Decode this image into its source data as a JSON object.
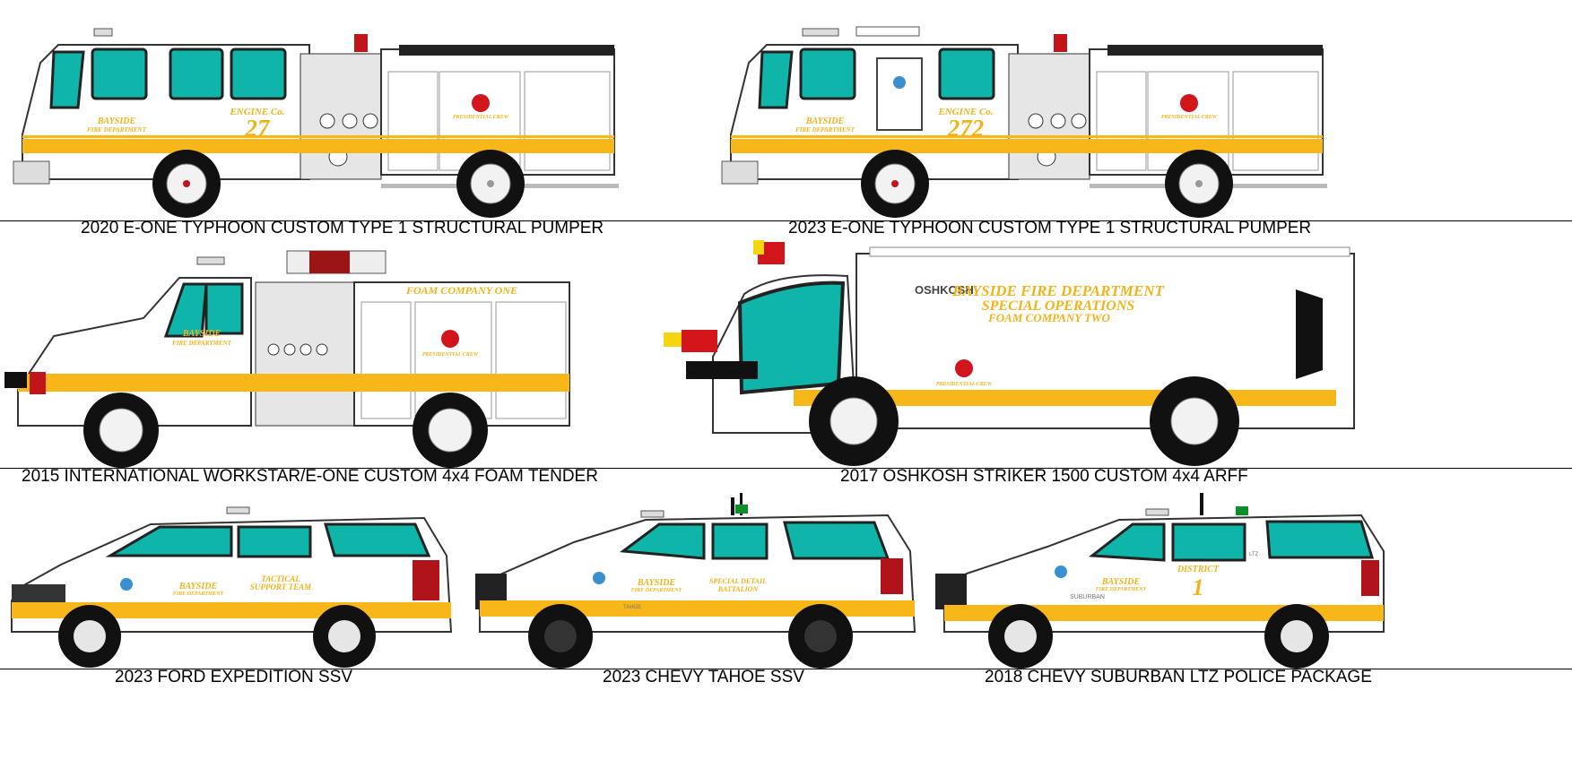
{
  "captions": {
    "engine27": "2020 E-ONE TYPHOON CUSTOM TYPE 1 STRUCTURAL PUMPER",
    "engine272": "2023 E-ONE TYPHOON CUSTOM TYPE 1 STRUCTURAL PUMPER",
    "foam1": "2015 INTERNATIONAL WORKSTAR/E-ONE CUSTOM 4x4 FOAM TENDER",
    "arff": "2017 OSHKOSH STRIKER 1500 CUSTOM 4x4 ARFF",
    "expedition": "2023 FORD EXPEDITION SSV",
    "tahoe": "2023 CHEVY TAHOE SSV",
    "suburban": "2018 CHEVY SUBURBAN LTZ POLICE PACKAGE"
  },
  "vehicle_lettering": {
    "engine27": {
      "dept_name": "BAYSIDE",
      "dept_sub": "FIRE DEPARTMENT",
      "company": "ENGINE Co.",
      "number": "27",
      "crew": "PRESIDENTIAL CREW"
    },
    "engine272": {
      "dept_name": "BAYSIDE",
      "dept_sub": "FIRE DEPARTMENT",
      "company": "ENGINE Co.",
      "number": "272",
      "crew": "PRESIDENTIAL CREW"
    },
    "foam1": {
      "unit": "FOAM COMPANY ONE",
      "dept_name": "BAYSIDE",
      "dept_sub": "FIRE DEPARTMENT",
      "crew": "PRESIDENTIAL CREW"
    },
    "arff": {
      "line1": "BAYSIDE FIRE DEPARTMENT",
      "line2": "SPECIAL OPERATIONS",
      "line3": "FOAM COMPANY TWO",
      "maker": "OSHKOSH",
      "crew": "PRESIDENTIAL CREW"
    },
    "expedition": {
      "dept_name": "BAYSIDE",
      "dept_sub": "FIRE DEPARTMENT",
      "unit1": "TACTICAL",
      "unit2": "SUPPORT TEAM"
    },
    "tahoe": {
      "dept_name": "BAYSIDE",
      "dept_sub": "FIRE DEPARTMENT",
      "unit1": "SPECIAL DETAIL",
      "unit2": "BATTALION",
      "model": "TAHOE"
    },
    "suburban": {
      "dept_name": "BAYSIDE",
      "dept_sub": "FIRE DEPARTMENT",
      "unit1": "DISTRICT",
      "number": "1",
      "model": "SUBURBAN",
      "trim": "LTZ"
    }
  },
  "colors": {
    "stripe_yellow": "#f7b718",
    "glass_teal": "#0fb5a8",
    "body_white": "#ffffff",
    "chrome_gray": "#cfcfcf",
    "light_red": "#d1151b"
  }
}
